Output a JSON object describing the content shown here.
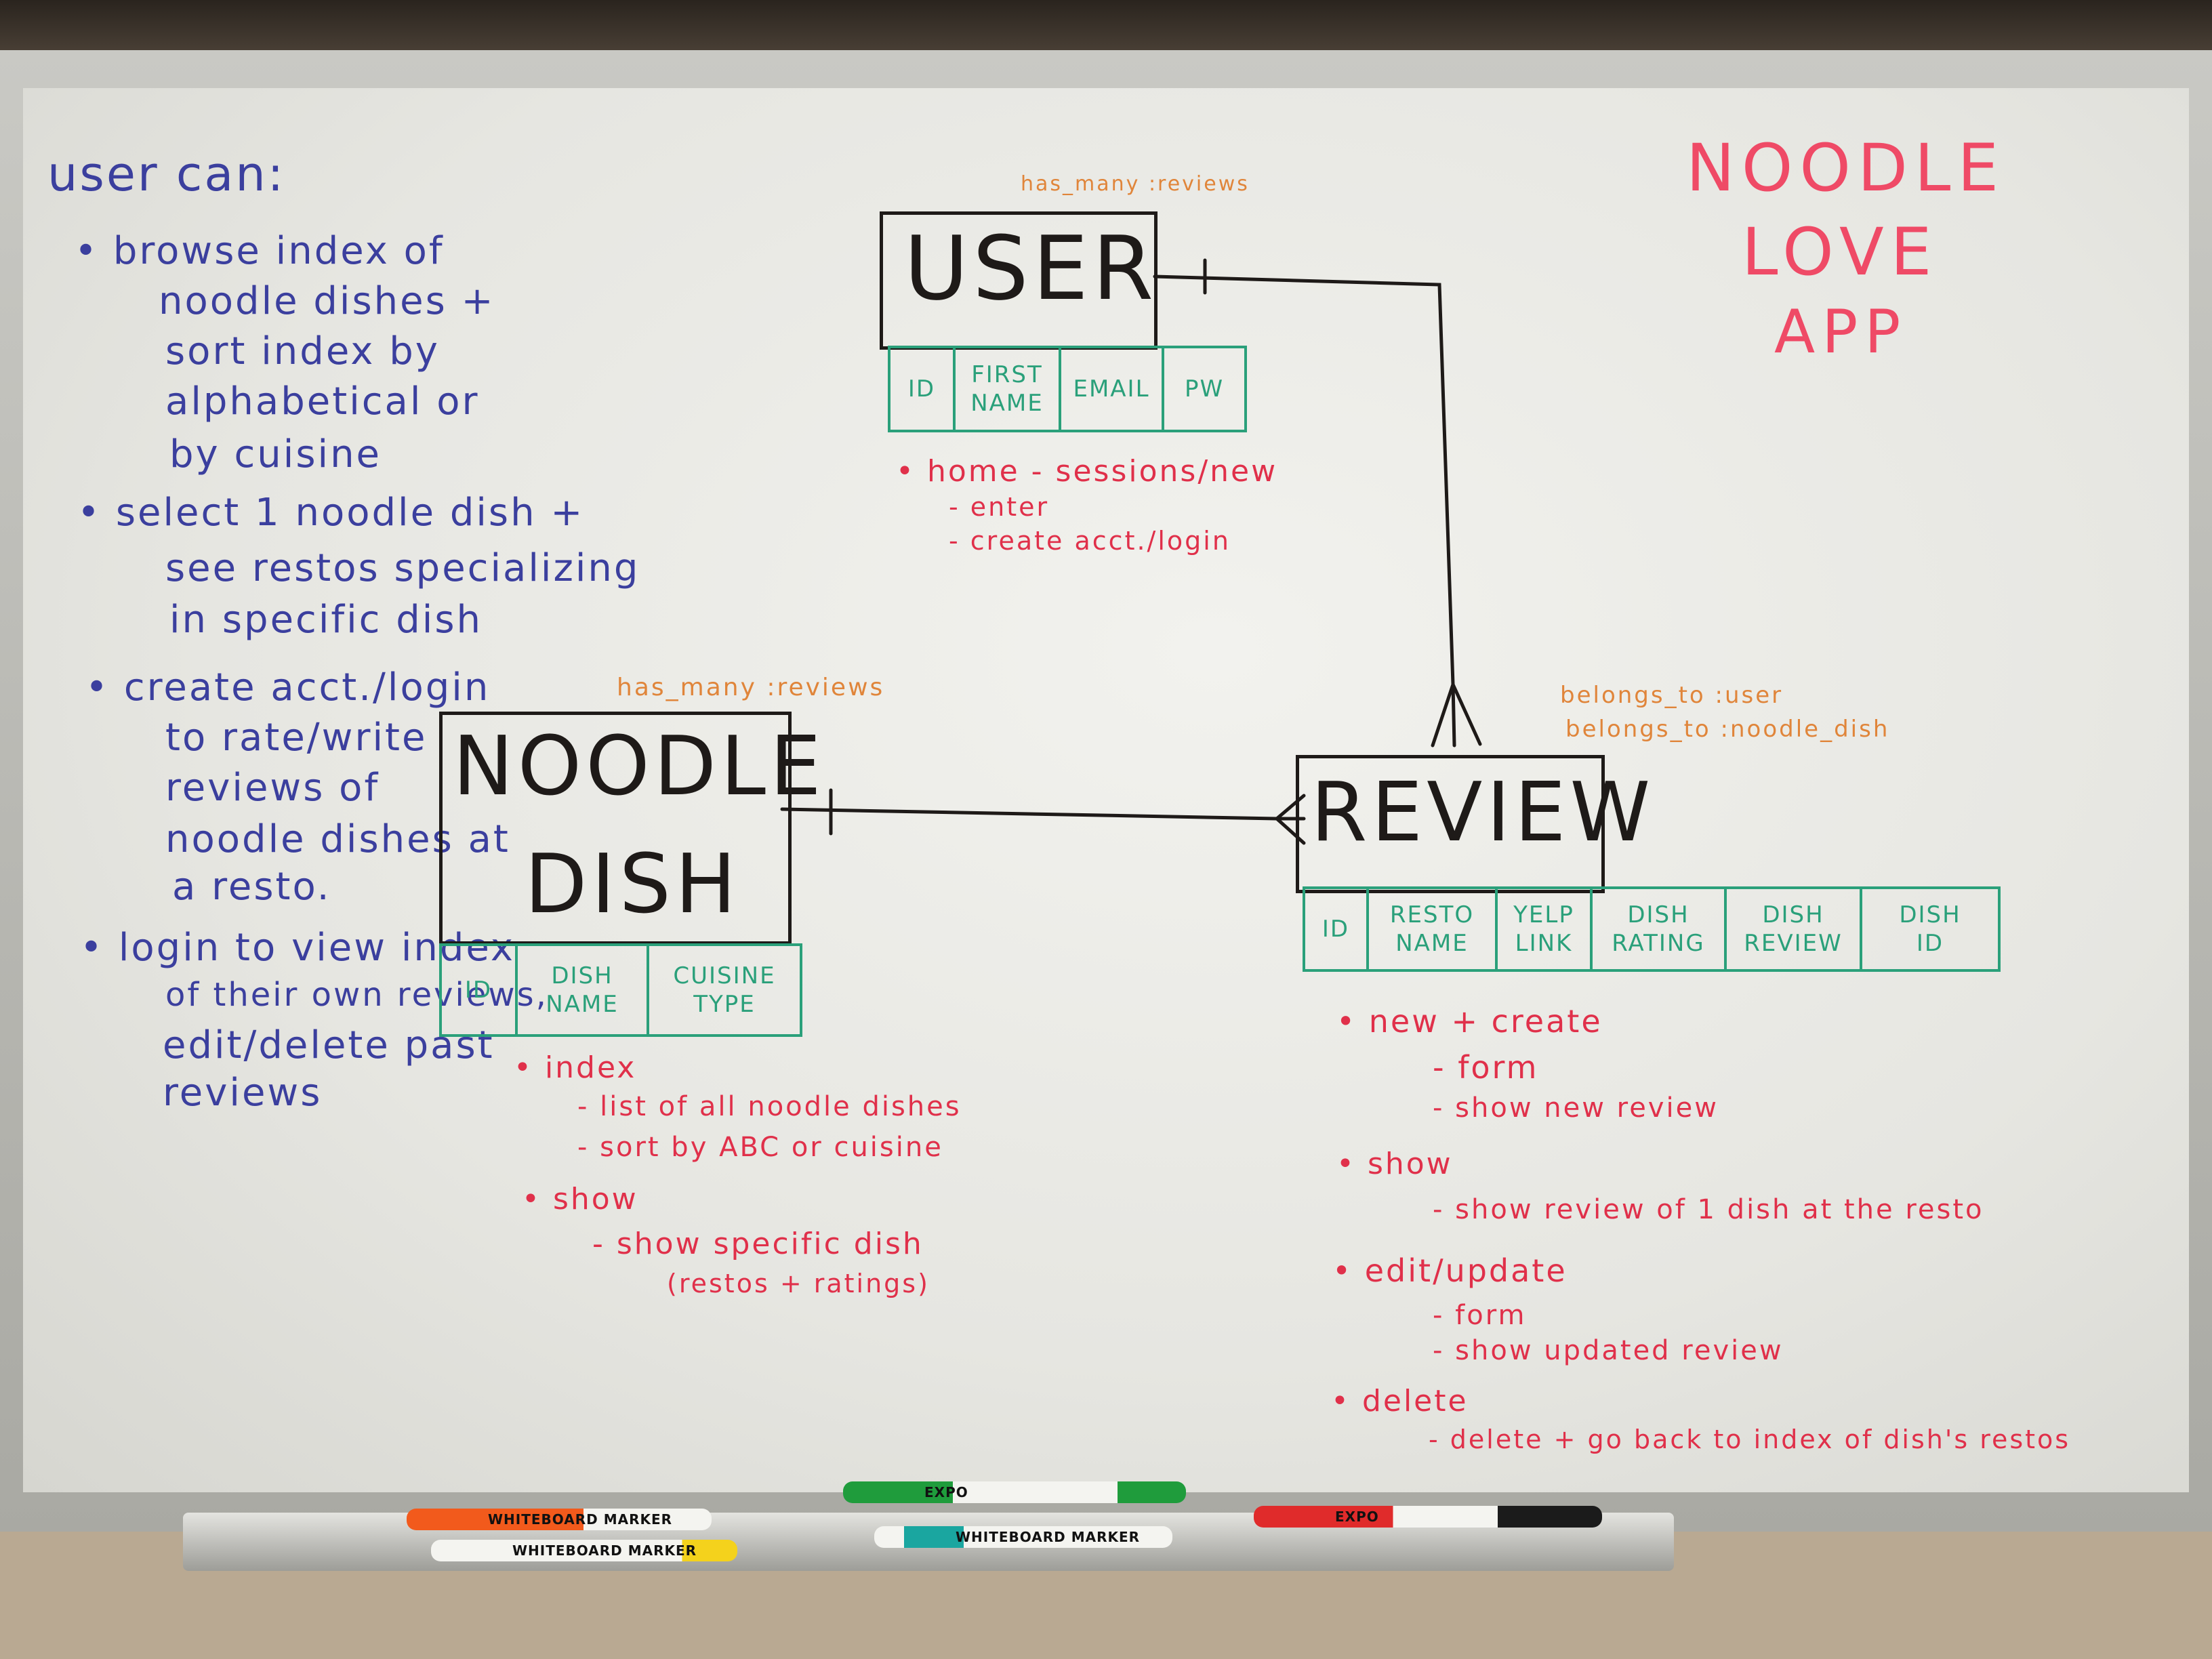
{
  "colors": {
    "marker_black": "#1e1a18",
    "marker_blue": "#3b3f9e",
    "marker_red": "#e0304a",
    "marker_orange": "#e0853a",
    "marker_green": "#2aa07a",
    "marker_pink": "#ef4a66",
    "board": "#eeeeea"
  },
  "title": [
    "NOODLE",
    "LOVE",
    "APP"
  ],
  "user_can": {
    "heading": "user can:",
    "lines": [
      "• browse index of",
      "noodle dishes +",
      "sort index by",
      "alphabetical or",
      "by cuisine",
      "• select 1 noodle dish +",
      "see restos specializing",
      "in specific dish",
      "• create acct./login",
      "to rate/write",
      "reviews of",
      "noodle dishes at",
      "a resto.",
      "• login to view index",
      "of their own reviews,",
      "edit/delete past",
      "reviews"
    ]
  },
  "user_entity": {
    "name": "USER",
    "association": "has_many :reviews",
    "attributes": [
      "ID",
      "FIRST\nNAME",
      "EMAIL",
      "PW"
    ],
    "routes": [
      "• home - sessions/new",
      "- enter",
      "- create acct./login"
    ]
  },
  "noodle_entity": {
    "name_line1": "NOODLE",
    "name_line2": "DISH",
    "association": "has_many :reviews",
    "attributes": [
      "ID",
      "DISH\nNAME",
      "CUISINE\nTYPE"
    ],
    "routes": [
      "• index",
      "- list of all noodle dishes",
      "- sort by ABC or cuisine",
      "• show",
      "- show specific dish",
      "(restos + ratings)"
    ]
  },
  "review_entity": {
    "name": "REVIEW",
    "association_1": "belongs_to :user",
    "association_2": "belongs_to :noodle_dish",
    "attributes": [
      "ID",
      "RESTO\nNAME",
      "YELP\nLINK",
      "DISH\nRATING",
      "DISH\nREVIEW",
      "DISH\nID"
    ],
    "routes": [
      "• new + create",
      "- form",
      "- show new review",
      "• show",
      "- show review of 1 dish at the resto",
      "• edit/update",
      "- form",
      "- show updated review",
      "• delete",
      "- delete + go back to index of dish's restos"
    ]
  },
  "markers": [
    "WHITEBOARD MARKER",
    "WHITEBOARD MARKER",
    "EXPO",
    "WHITEBOARD MARKER",
    "EXPO"
  ]
}
